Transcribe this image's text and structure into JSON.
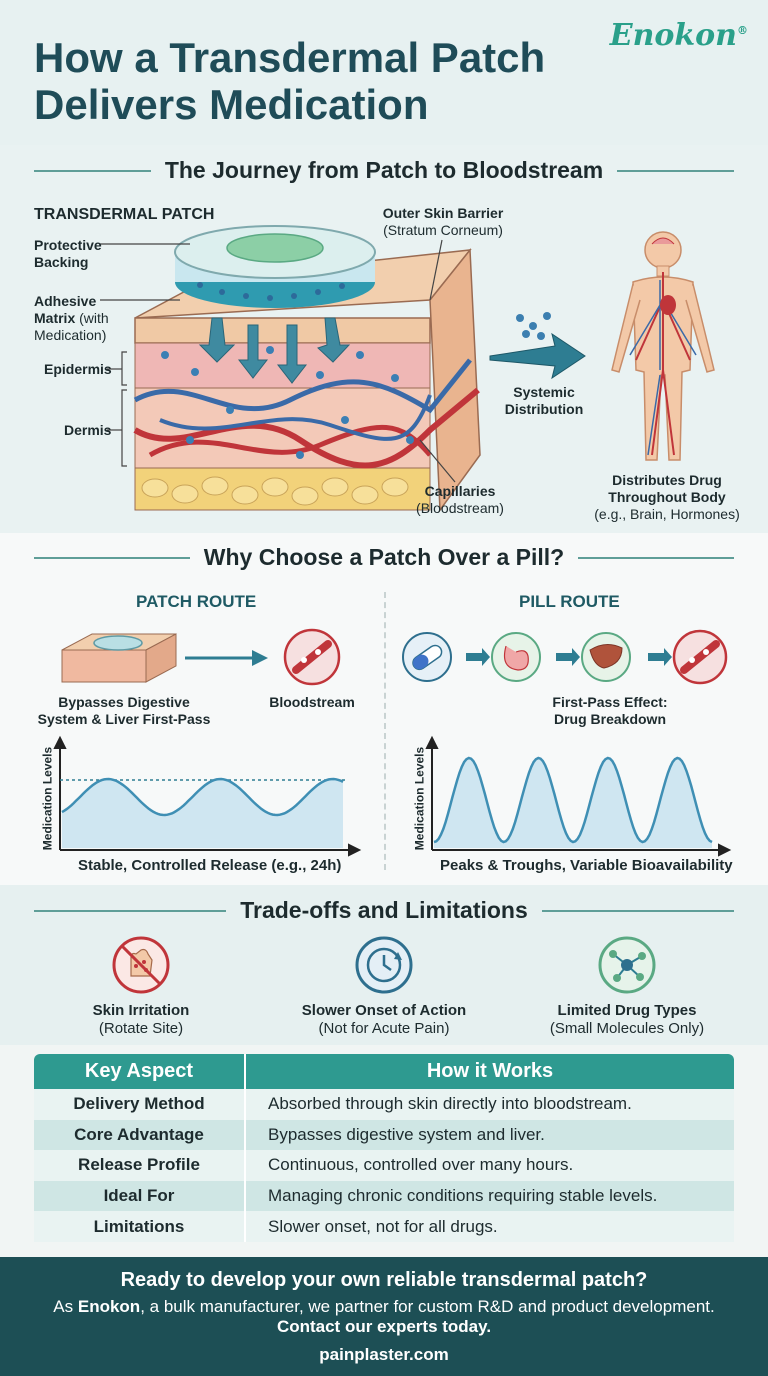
{
  "header": {
    "title_line1": "How a Transdermal Patch",
    "title_line2": "Delivers Medication",
    "logo": "Enokon",
    "logo_mark": "®"
  },
  "journey": {
    "heading": "The Journey from Patch to Bloodstream",
    "patch_title": "TRANSDERMAL PATCH",
    "protective_backing_1": "Protective",
    "protective_backing_2": "Backing",
    "adhesive_1": "Adhesive",
    "adhesive_2a": "Matrix",
    "adhesive_2b": "(with",
    "adhesive_3": "Medication)",
    "epidermis": "Epidermis",
    "dermis": "Dermis",
    "outer_barrier_1": "Outer Skin Barrier",
    "outer_barrier_2": "(Stratum Corneum)",
    "systemic_1": "Systemic",
    "systemic_2": "Distribution",
    "capillaries_1": "Capillaries",
    "capillaries_2": "(Bloodstream)",
    "distributes_1": "Distributes Drug",
    "distributes_2": "Throughout Body",
    "distributes_3": "(e.g., Brain, Hormones)"
  },
  "comparison": {
    "heading": "Why Choose a Patch Over a Pill?",
    "patch_route": "PATCH ROUTE",
    "pill_route": "PILL ROUTE",
    "bypass_1": "Bypasses Digestive",
    "bypass_2": "System & Liver First-Pass",
    "bloodstream": "Bloodstream",
    "first_pass_1": "First-Pass Effect:",
    "first_pass_2": "Drug Breakdown",
    "y_axis": "Medication Levels",
    "patch_caption": "Stable, Controlled Release (e.g., 24h)",
    "pill_caption": "Peaks & Troughs, Variable Bioavailability"
  },
  "tradeoffs": {
    "heading": "Trade-offs and Limitations",
    "items": [
      {
        "title": "Skin Irritation",
        "sub": "(Rotate Site)"
      },
      {
        "title": "Slower Onset of Action",
        "sub": "(Not for Acute Pain)"
      },
      {
        "title": "Limited Drug Types",
        "sub": "(Small Molecules Only)"
      }
    ]
  },
  "table": {
    "col1": "Key Aspect",
    "col2": "How it Works",
    "rows": [
      {
        "aspect": "Delivery Method",
        "detail": "Absorbed through skin directly into bloodstream."
      },
      {
        "aspect": "Core Advantage",
        "detail": "Bypasses digestive system and liver."
      },
      {
        "aspect": "Release Profile",
        "detail": "Continuous, controlled over many hours."
      },
      {
        "aspect": "Ideal For",
        "detail": "Managing chronic conditions requiring stable levels."
      },
      {
        "aspect": "Limitations",
        "detail": "Slower onset, not for all drugs."
      }
    ]
  },
  "footer": {
    "cta": "Ready to develop your own reliable transdermal patch?",
    "line_a": "As",
    "brand": "Enokon",
    "line_b": ", a bulk manufacturer, we partner for custom R&D and product development.",
    "contact": "Contact our experts today.",
    "url": "painplaster.com"
  },
  "colors": {
    "teal": "#2e9a90",
    "dark_teal": "#1d4f55",
    "vein_blue": "#3a6aa8",
    "artery_red": "#c0353a",
    "skin": "#f3c9a8"
  }
}
